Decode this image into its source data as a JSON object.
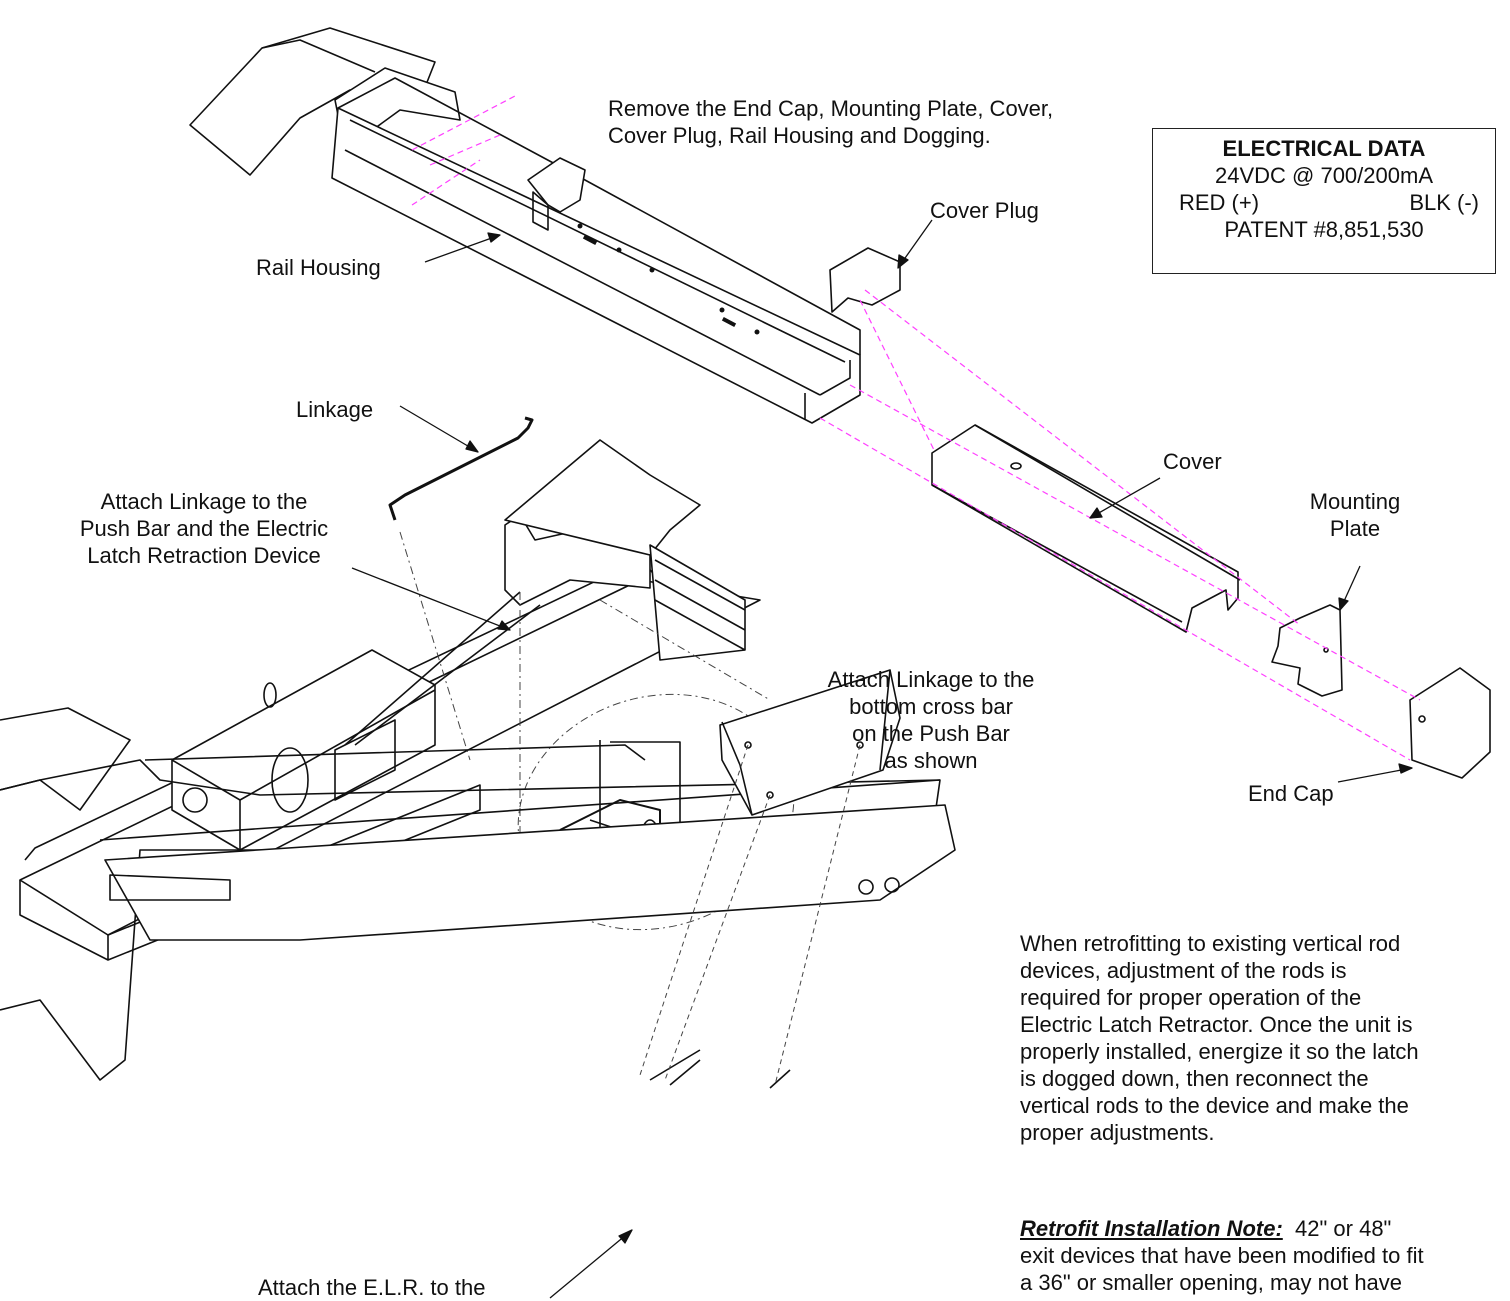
{
  "labels": {
    "remove_instruction": [
      "Remove the End Cap, Mounting Plate, Cover,",
      "Cover Plug, Rail Housing and Dogging."
    ],
    "cover_plug": "Cover Plug",
    "rail_housing": "Rail Housing",
    "linkage": "Linkage",
    "attach_linkage_device": [
      "Attach Linkage to the",
      "Push Bar and the Electric",
      "Latch Retraction Device"
    ],
    "cover": "Cover",
    "mounting_plate": [
      "Mounting",
      "Plate"
    ],
    "attach_linkage_crossbar": [
      "Attach Linkage to the",
      "bottom cross bar",
      "on the Push Bar",
      "as shown"
    ],
    "end_cap": "End Cap",
    "attach_elr": "Attach the E.L.R. to the"
  },
  "electrical_data": {
    "title": "ELECTRICAL DATA",
    "rating": "24VDC @ 700/200mA",
    "red": "RED (+)",
    "black": "BLK (-)",
    "patent": "PATENT #8,851,530"
  },
  "retrofit_paragraph": [
    "When retrofitting to existing vertical rod",
    "devices, adjustment of the rods is",
    "required for proper operation of the",
    "Electric Latch Retractor.  Once the unit is",
    "properly installed, energize it so the latch",
    "is dogged down,  then reconnect the",
    "vertical rods to the device and make the",
    "proper adjustments."
  ],
  "retrofit_note": {
    "heading": "Retrofit Installation Note:",
    "lines": [
      "42\" or 48\"",
      "exit devices that have been modified to fit",
      "a 36\" or smaller opening, may not have"
    ]
  },
  "colors": {
    "line": "#111111",
    "guide": "#ff40ff",
    "hidden": "#444444"
  }
}
